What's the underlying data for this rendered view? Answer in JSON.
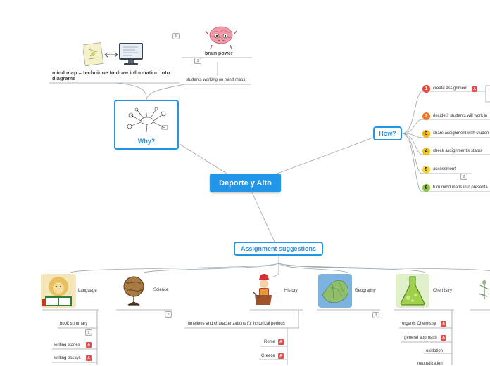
{
  "central": "Deporte y Alto",
  "why": {
    "label": "Why?",
    "mind_map_text": "mind map = technique to draw information into diagrams",
    "brain_power": "brain power",
    "students_working": "students working on mind maps",
    "count_top": "5",
    "count_brain": "3"
  },
  "how": {
    "label": "How?",
    "items": [
      {
        "num": "1",
        "text": "create assignment",
        "color": "#e8453c"
      },
      {
        "num": "2",
        "text": "decide if students will work in",
        "color": "#ef7a2a"
      },
      {
        "num": "3",
        "text": "share assignment with studen",
        "color": "#f5b800"
      },
      {
        "num": "4",
        "text": "check assignment's status",
        "color": "#f0c419"
      },
      {
        "num": "5",
        "text": "assessment",
        "color": "#f7d52a"
      },
      {
        "num": "6",
        "text": "turn mind maps into presenta",
        "color": "#8cc63f"
      }
    ],
    "assessment_count": "2"
  },
  "assignment": {
    "label": "Assignment suggestions",
    "language": {
      "label": "Language",
      "items": [
        "book summary",
        "writing stories",
        "writing essays"
      ],
      "count": "2"
    },
    "science": {
      "label": "Science",
      "count": "5"
    },
    "history": {
      "label": "History",
      "sub": "timelines and characterizations for historical periods",
      "items": [
        "Rome",
        "Greece"
      ]
    },
    "geography": {
      "label": "Geography",
      "count": "4"
    },
    "chemistry": {
      "label": "Chemistry",
      "items": [
        "organic Chemistry",
        "general approach",
        "oxidation",
        "neutralization"
      ]
    }
  },
  "colors": {
    "accent": "#2196e8",
    "line": "#9aa4ae"
  },
  "icons": [
    "brain-icon",
    "computer-diagram-icon",
    "mindmap-sketch-icon",
    "reading-lion-icon",
    "globe-icon",
    "roman-soldier-icon",
    "europe-map-icon",
    "chemistry-flask-icon",
    "attachment-icon"
  ]
}
